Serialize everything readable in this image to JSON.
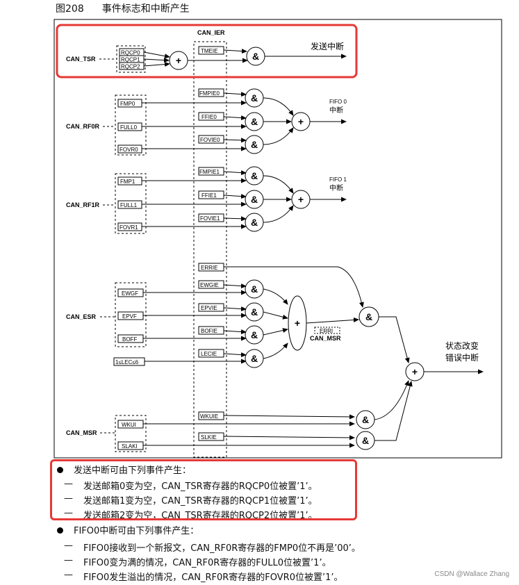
{
  "figure": {
    "number": "图208",
    "title": "事件标志和中断产生",
    "ier_header": "CAN_IER",
    "tsr": {
      "register": "CAN_TSR",
      "flags": [
        "RQCP0",
        "RQCP1",
        "RQCP2"
      ],
      "enable": "TMEIE",
      "output": "发送中断"
    },
    "rf0r": {
      "register": "CAN_RF0R",
      "flags": [
        "FMP0",
        "FULL0",
        "FOVR0"
      ],
      "enables": [
        "FMPIE0",
        "FFIE0",
        "FOVIE0"
      ],
      "output_line1": "FIFO 0",
      "output_line2": "中断"
    },
    "rf1r": {
      "register": "CAN_RF1R",
      "flags": [
        "FMP1",
        "FULL1",
        "FOVR1"
      ],
      "enables": [
        "FMPIE1",
        "FFIE1",
        "FOVIE1"
      ],
      "output_line1": "FIFO 1",
      "output_line2": "中断"
    },
    "esr": {
      "register": "CAN_ESR",
      "flags": [
        "EWGF",
        "EPVF",
        "BOFF",
        "1≤LEC≤6"
      ],
      "enables": [
        "EWGIE",
        "EPVIE",
        "BOFIE",
        "LECIE"
      ],
      "errie": "ERRIE",
      "erri": "ERRI",
      "msr_label": "CAN_MSR"
    },
    "msr": {
      "register": "CAN_MSR",
      "flags": [
        "WKUI",
        "SLAKI"
      ],
      "enables": [
        "WKUIE",
        "SLKIE"
      ]
    },
    "status_output_line1": "状态改变",
    "status_output_line2": "错误中断",
    "and_symbol": "&",
    "or_symbol": "+"
  },
  "text": {
    "section1_heading": "发送中断可由下列事件产生：",
    "section1_items": [
      "发送邮箱0变为空，CAN_TSR寄存器的RQCP0位被置’1’。",
      "发送邮箱1变为空，CAN_TSR寄存器的RQCP1位被置’1’。",
      "发送邮箱2变为空，CAN_TSR寄存器的RQCP2位被置’1’。"
    ],
    "section2_heading": "FIFO0中断可由下列事件产生：",
    "section2_items": [
      "FIFO0接收到一个新报文，CAN_RF0R寄存器的FMP0位不再是’00’。",
      "FIFO0变为满的情况，CAN_RF0R寄存器的FULL0位被置’1’。",
      "FIFO0发生溢出的情况，CAN_RF0R寄存器的FOVR0位被置’1’。"
    ],
    "dash": "—"
  },
  "watermark": "CSDN @Wallace Zhang",
  "colors": {
    "highlight": "#e53935",
    "line": "#000000"
  }
}
